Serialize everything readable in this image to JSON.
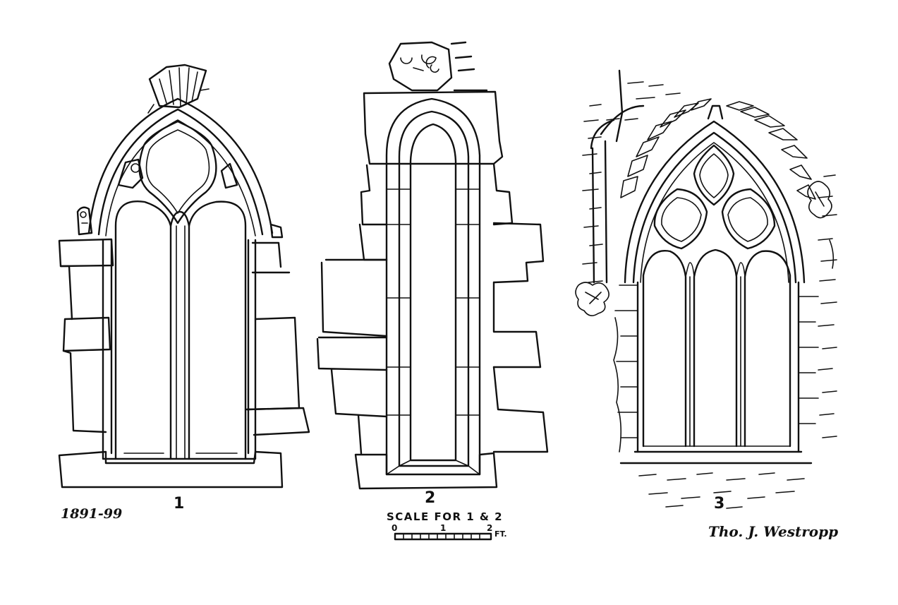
{
  "figures": [
    {
      "id": "1",
      "label": "1"
    },
    {
      "id": "2",
      "label": "2"
    },
    {
      "id": "3",
      "label": "3"
    }
  ],
  "date_note": "1891-99",
  "scale": {
    "title": "SCALE FOR 1 & 2",
    "ticks": [
      "0",
      "1",
      "2"
    ],
    "unit": "FT."
  },
  "signature": "Tho. J. Westropp",
  "colors": {
    "ink": "#111111",
    "paper": "#ffffff"
  }
}
